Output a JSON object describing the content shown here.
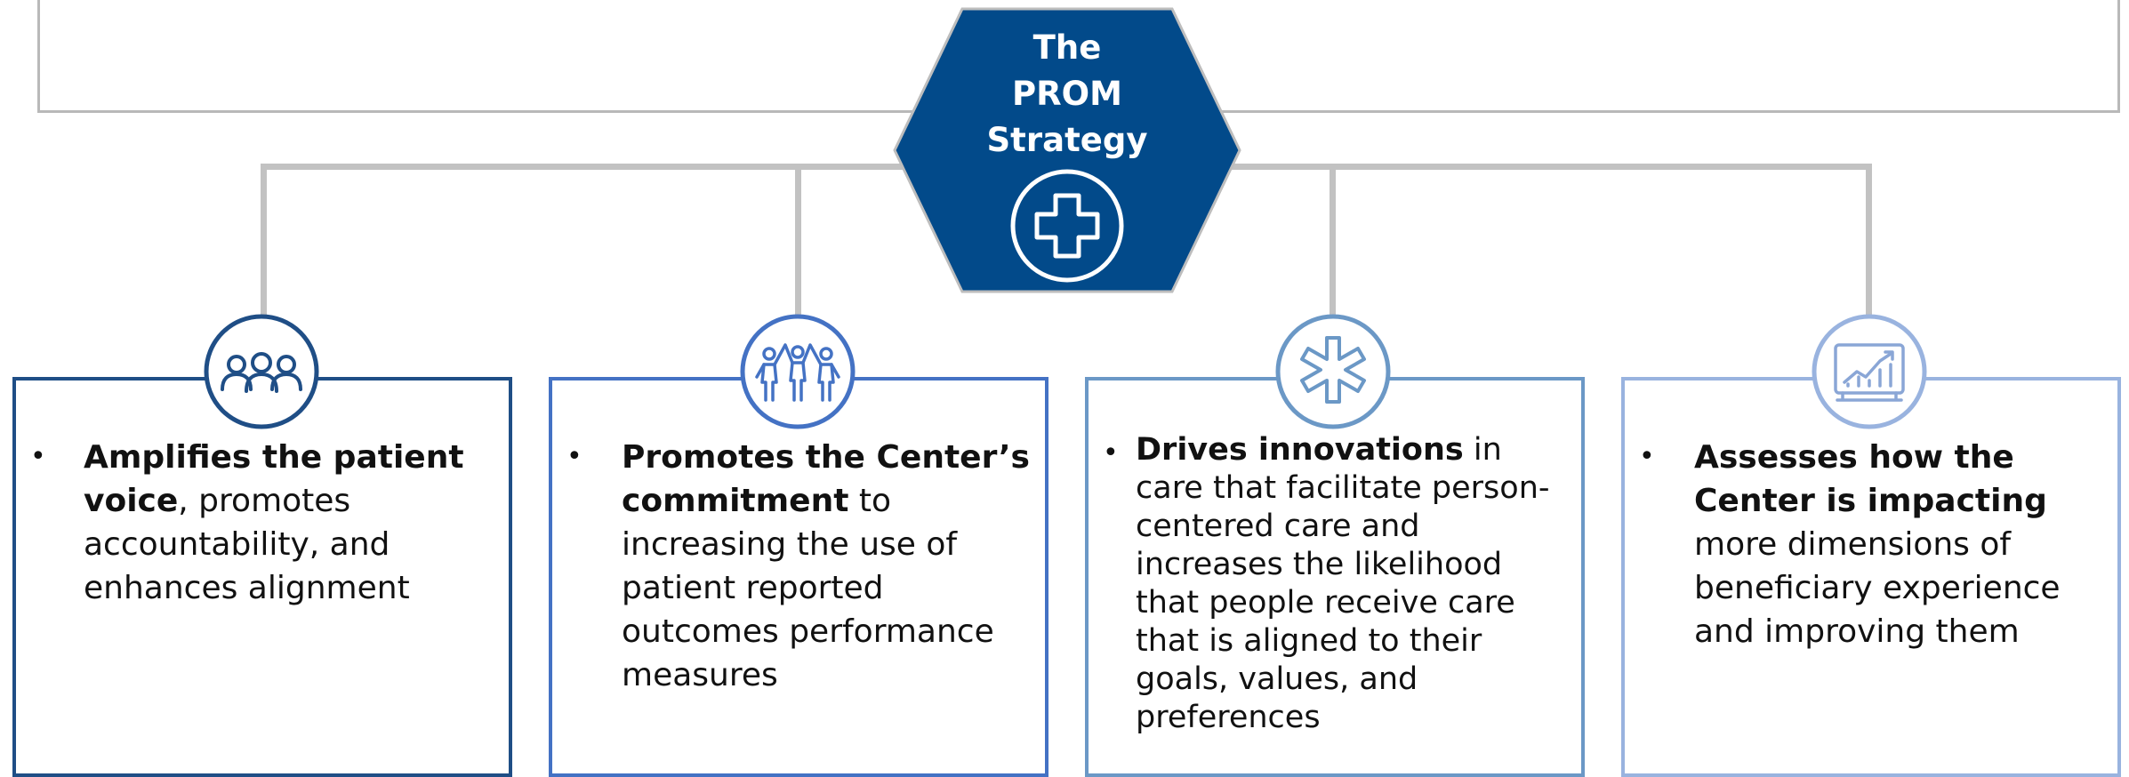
{
  "center": {
    "title_line1": "The",
    "title_line2": "PROM",
    "title_line3": "Strategy",
    "icon": "plus-cross-icon",
    "color": "#024a8a"
  },
  "colors": {
    "connector": "#c2c2c2",
    "frame": "#b9b9b9",
    "card1": "#1f4e86",
    "card2": "#4472c4",
    "card3": "#6b98c6",
    "card4": "#99b3df"
  },
  "cards": [
    {
      "icon": "group-of-people-icon",
      "bullet": "•",
      "bold_text": "Amplifies the patient voice",
      "text": ", promotes accountability, and enhances alignment"
    },
    {
      "icon": "people-celebrating-icon",
      "bullet": "•",
      "bold_text": "Promotes the Center’s commitment",
      "text": " to increasing the use of patient reported outcomes performance measures"
    },
    {
      "icon": "medical-star-icon",
      "bullet": "•",
      "bold_text": "Drives innovations",
      "text": " in care that facilitate person-centered care and increases the likelihood that people receive care that is aligned to their goals, values, and preferences"
    },
    {
      "icon": "chart-monitor-icon",
      "bullet": "•",
      "bold_text": "Assesses how the Center is impacting",
      "text": " more dimensions of beneficiary experience and improving them"
    }
  ]
}
